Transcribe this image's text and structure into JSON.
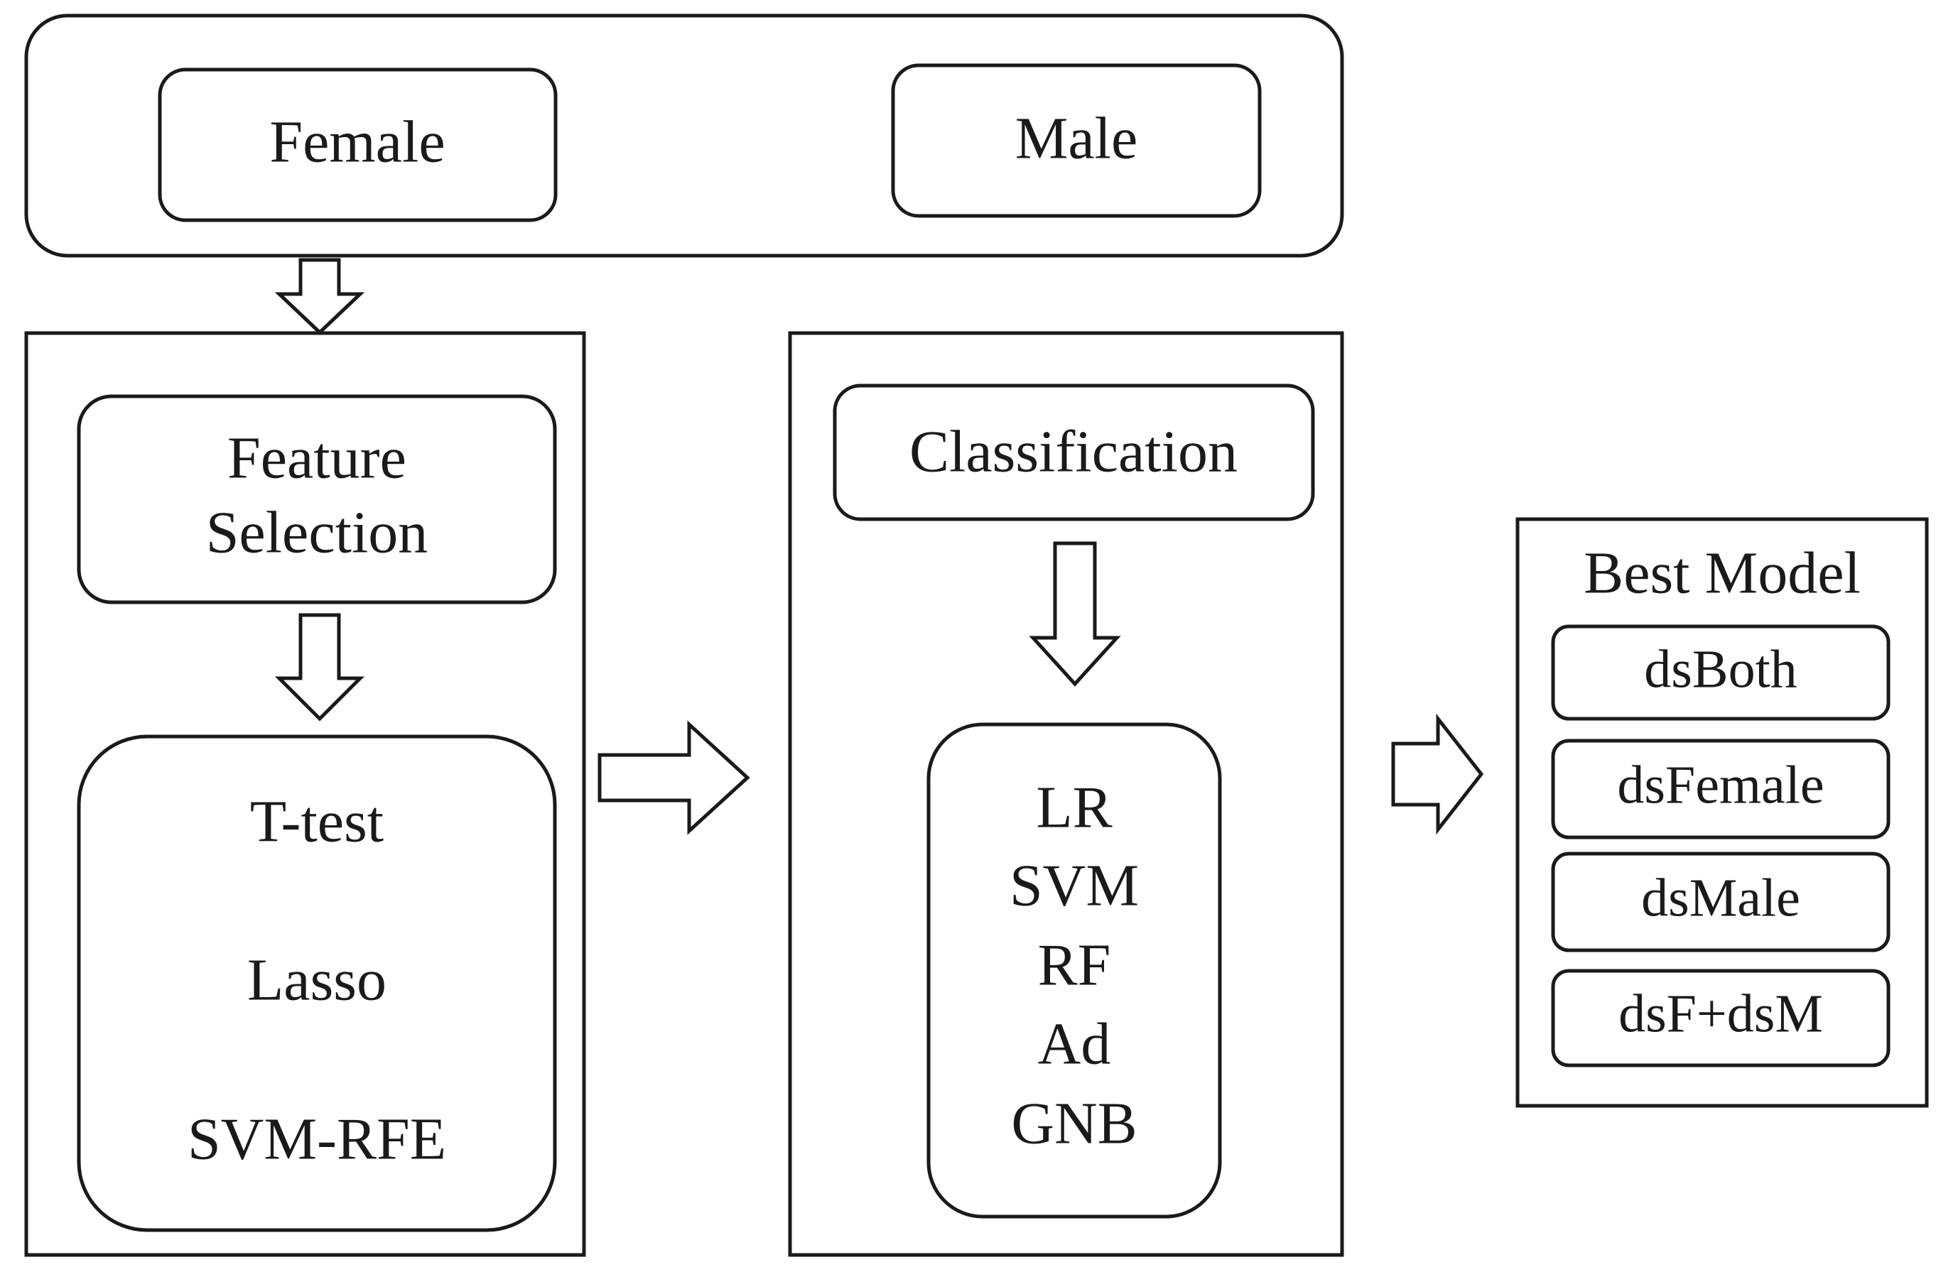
{
  "groups": {
    "female": "Female",
    "male": "Male"
  },
  "feature_selection": {
    "title_line1": "Feature",
    "title_line2": "Selection",
    "methods": [
      "T-test",
      "Lasso",
      "SVM-RFE"
    ]
  },
  "classification": {
    "title": "Classification",
    "classifiers": [
      "LR",
      "SVM",
      "RF",
      "Ad",
      "GNB"
    ]
  },
  "best_model": {
    "title": "Best Model",
    "datasets": [
      "dsBoth",
      "dsFemale",
      "dsMale",
      "dsF+dsM"
    ]
  }
}
